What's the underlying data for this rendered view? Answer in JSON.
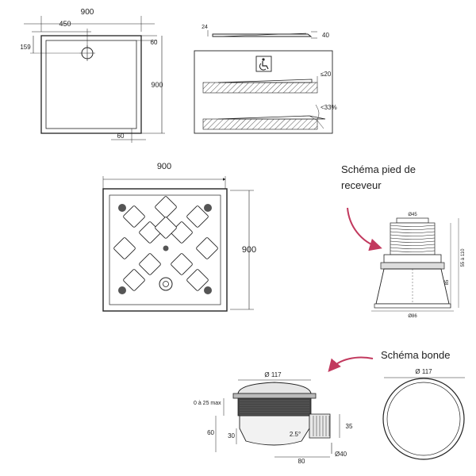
{
  "top_plan": {
    "width_label": "900",
    "half_label": "450",
    "right_label": "60",
    "left_label": "159",
    "height_label": "900",
    "bottom_label": "60"
  },
  "profile_view": {
    "dim_24": "24",
    "dim_40": "40",
    "access_icon": "wheelchair-icon",
    "dim_le20": "≤20",
    "dim_lt33": "<33%"
  },
  "anti_slip_plan": {
    "width_label": "900",
    "height_label": "900"
  },
  "foot_schema": {
    "title_line1": "Schéma pied de",
    "title_line2": "receveur",
    "dim_top": "Ø45",
    "dim_bottom": "Ø86",
    "dim_height_left": "85",
    "dim_height_right": "55 à 110"
  },
  "drain_schema": {
    "title": "Schéma bonde",
    "dim_diameter": "Ø 117",
    "dim_range": "0 à 25 max",
    "dim_60": "60",
    "dim_30": "30",
    "dim_slope": "2.5°",
    "dim_35": "35",
    "dim_80": "80",
    "dim_outlet": "Ø40",
    "cover_diameter": "Ø 117"
  },
  "colors": {
    "line": "#222222",
    "accent_arrow": "#c2395e",
    "hatch": "#555555"
  }
}
